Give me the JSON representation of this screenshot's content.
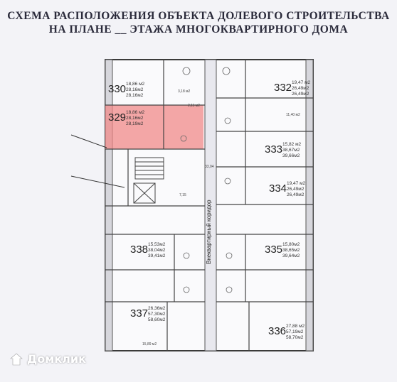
{
  "title": {
    "line1": "СХЕМА РАСПОЛОЖЕНИЯ ОБЪЕКТА ДОЛЕВОГО СТРОИТЕЛЬСТВА",
    "line2": "НА ПЛАНЕ __ ЭТАЖА МНОГОКВАРТИРНОГО ДОМА"
  },
  "corridor_label": "Внеквартирный коридор",
  "apartments": [
    {
      "number": "330",
      "areas": [
        "18,86 м2",
        "28,16м2",
        "28,16м2"
      ]
    },
    {
      "number": "329",
      "areas": [
        "18,86 м2",
        "28,16м2",
        "28,19м2"
      ],
      "highlighted": true
    },
    {
      "number": "332",
      "areas": [
        "19,47 м2",
        "26,49м2",
        "26,49м2"
      ]
    },
    {
      "number": "333",
      "areas": [
        "15,82 м2",
        "38,67м2",
        "39,66м2"
      ]
    },
    {
      "number": "334",
      "areas": [
        "19,47 м2",
        "26,49м2",
        "26,49м2"
      ]
    },
    {
      "number": "338",
      "areas": [
        "15,53м2",
        "38,04м2",
        "39,41м2"
      ]
    },
    {
      "number": "335",
      "areas": [
        "15,80м2",
        "38,65м2",
        "39,64м2"
      ]
    },
    {
      "number": "337",
      "areas": [
        "26,36м2",
        "57,30м2",
        "58,60м2"
      ]
    },
    {
      "number": "336",
      "areas": [
        "27,88 м2",
        "57,19м2",
        "58,70м2"
      ]
    }
  ],
  "misc_labels": [
    "33,04",
    "7,15",
    "11,40 м2",
    "3,18 м2",
    "2,11 м2",
    "15,89 м2"
  ],
  "highlight_color": "#f08a8a",
  "watermark": {
    "text": "Домклик",
    "icon": "domclick-logo-icon"
  }
}
